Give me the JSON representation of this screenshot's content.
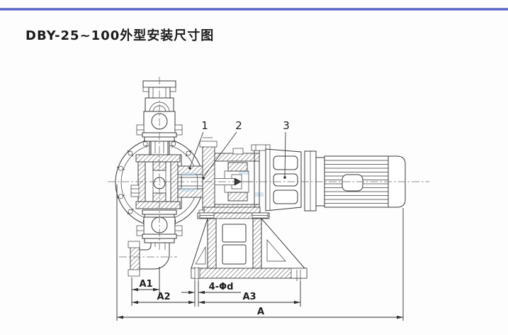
{
  "header": {
    "title": "DBY-25~100外型安装尺寸图"
  },
  "colors": {
    "accent_rule": "#5560c4",
    "line": "#3a3a3a",
    "section_tint_blue": "#b9d6ea",
    "background": "#fdfdfd"
  },
  "diagram": {
    "description": "pump-outline-installation-dimension-drawing",
    "callouts": {
      "c1": "1",
      "c2": "2",
      "c3": "3"
    },
    "dimensions": {
      "a1": "A1",
      "a2": "A2",
      "a3": "A3",
      "a": "A",
      "holes": "4-Φd"
    }
  }
}
